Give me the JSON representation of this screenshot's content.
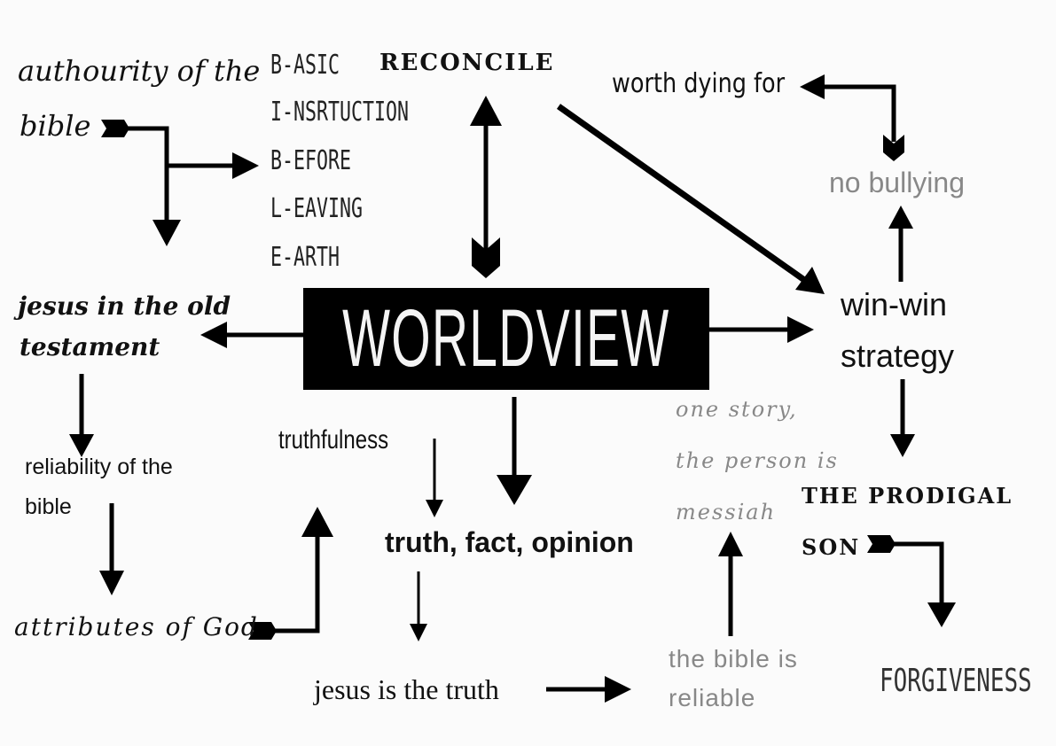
{
  "center": {
    "title": "WORLDVIEW"
  },
  "nodes": {
    "authority": "authourity of the bible",
    "authority_line1": "authourity of the",
    "authority_line2": "bible",
    "acronym": [
      "B-ASIC",
      "I-NSRTUCTION",
      "B-EFORE",
      "L-EAVING",
      "E-ARTH"
    ],
    "reconcile": "RECONCILE",
    "worth_dying": "worth dying for",
    "no_bullying": "no bullying",
    "win_win_line1": "win-win",
    "win_win_line2": "strategy",
    "jesus_ot_line1": "jesus in the old",
    "jesus_ot_line2": "testament",
    "reliability_line1": "reliability of the",
    "reliability_line2": "bible",
    "attributes": "attributes of God",
    "truthfulness": "truthfulness",
    "truth_fact": "truth, fact, opinion",
    "jesus_truth": "jesus is the truth",
    "bible_reliable_line1": "the bible is",
    "bible_reliable_line2": "reliable",
    "one_story_line1": "one story,",
    "one_story_line2": "the person is",
    "one_story_line3": "messiah",
    "prodigal_line1": "THE PRODIGAL",
    "prodigal_line2": "SON",
    "forgiveness": "FORGIVENESS"
  },
  "colors": {
    "ink": "#111111",
    "background": "#fbfbfb",
    "faded_text": "#888888",
    "center_text": "#f4f4f4"
  }
}
